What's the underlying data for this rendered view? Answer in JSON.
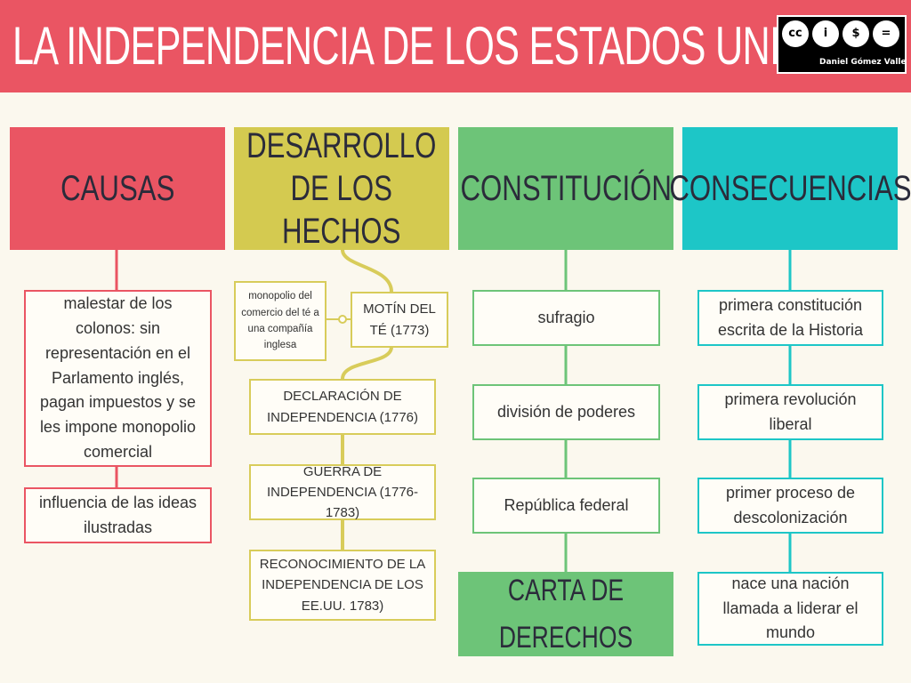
{
  "title": "LA INDEPENDENCIA DE LOS ESTADOS UNIDOS",
  "license": {
    "author": "Daniel Gómez Valle",
    "glyphs": [
      "cc",
      "i",
      "$",
      "="
    ]
  },
  "colors": {
    "red": "#ea5563",
    "yellow": "#d4ca50",
    "green": "#6dc478",
    "cyan": "#1dc6c7",
    "background": "#fbf8ee"
  },
  "columns": {
    "causas": {
      "header": "CAUSAS",
      "items": [
        "malestar de los colonos: sin representación en el Parlamento inglés, pagan impuestos y se les impone monopolio comercial",
        "influencia de las ideas ilustradas"
      ]
    },
    "desarrollo": {
      "header": "DESARROLLO DE LOS HECHOS",
      "side_note": "monopolio del comercio del té a una compañía inglesa",
      "items": [
        "MOTÍN DEL TÉ (1773)",
        "DECLARACIÓN DE INDEPENDENCIA (1776)",
        "GUERRA DE INDEPENDENCIA (1776-1783)",
        "RECONOCIMIENTO DE LA INDEPENDENCIA DE LOS EE.UU. 1783)"
      ]
    },
    "constitucion": {
      "header": "CONSTITUCIÓN",
      "items": [
        "sufragio",
        "división de poderes",
        "República federal"
      ],
      "footer": "CARTA DE DERECHOS"
    },
    "consecuencias": {
      "header": "CONSECUENCIAS",
      "items": [
        "primera constitución escrita de la Historia",
        "primera revolución liberal",
        "primer proceso de descolonización",
        "nace una nación llamada a liderar el mundo"
      ]
    }
  }
}
